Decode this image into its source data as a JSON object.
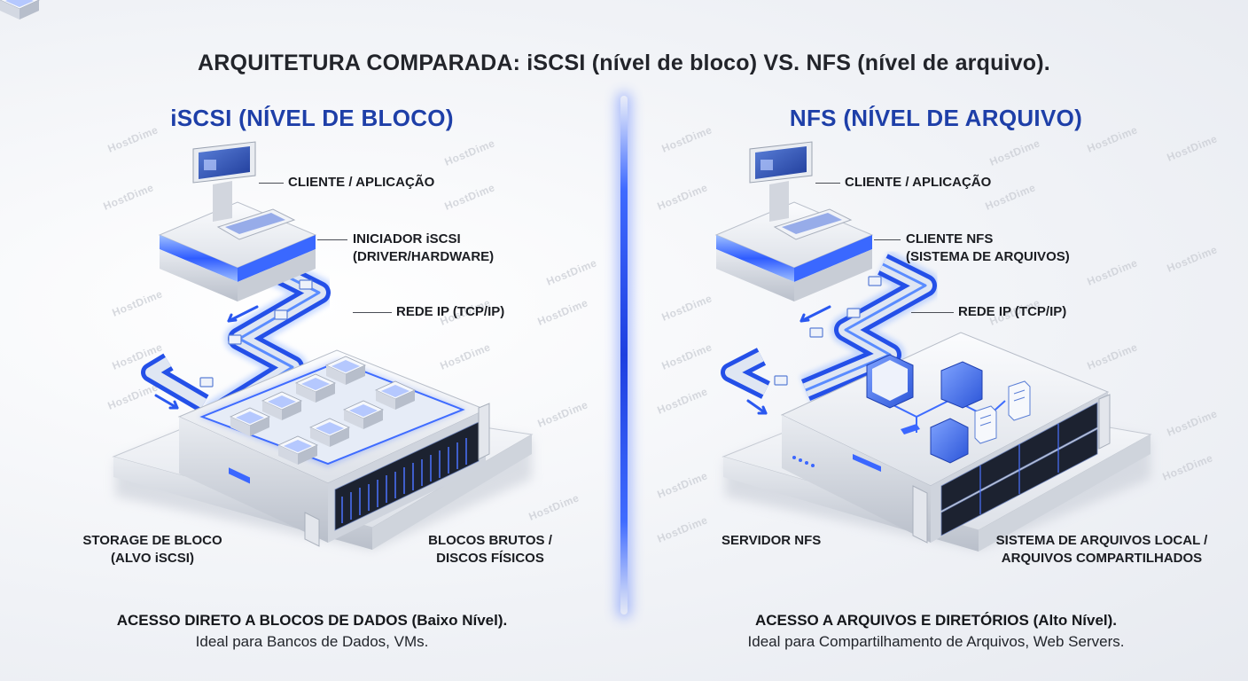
{
  "title": "ARQUITETURA COMPARADA: iSCSI (nível de bloco) VS. NFS (nível de arquivo).",
  "watermark": "HostDime",
  "iscsi": {
    "heading": "iSCSI (NÍVEL DE BLOCO)",
    "client_label": "CLIENTE / APLICAÇÃO",
    "initiator_label_1": "INICIADOR iSCSI",
    "initiator_label_2": "(DRIVER/HARDWARE)",
    "network_label": "REDE IP (TCP/IP)",
    "storage_label_1": "STORAGE DE BLOCO",
    "storage_label_2": "(ALVO iSCSI)",
    "blocks_label_1": "BLOCOS BRUTOS /",
    "blocks_label_2": "DISCOS FÍSICOS",
    "summary_strong": "ACESSO DIRETO A BLOCOS DE DADOS (Baixo Nível).",
    "summary_light": "Ideal para Bancos de Dados, VMs."
  },
  "nfs": {
    "heading": "NFS (NÍVEL DE ARQUIVO)",
    "client_label": "CLIENTE / APLICAÇÃO",
    "nfs_client_label_1": "CLIENTE NFS",
    "nfs_client_label_2": "(SISTEMA DE ARQUIVOS)",
    "network_label": "REDE IP (TCP/IP)",
    "server_label": "SERVIDOR NFS",
    "fs_label_1": "SISTEMA DE ARQUIVOS LOCAL /",
    "fs_label_2": "ARQUIVOS COMPARTILHADOS",
    "summary_strong": "ACESSO A ARQUIVOS E DIRETÓRIOS (Alto Nível).",
    "summary_light": "Ideal para Compartilhamento de Arquivos, Web Servers."
  },
  "colors": {
    "accent_blue": "#2f5cff",
    "heading_blue": "#1e3fa8",
    "glow_blue": "#4f86ff",
    "silver": "#d9dde4"
  }
}
